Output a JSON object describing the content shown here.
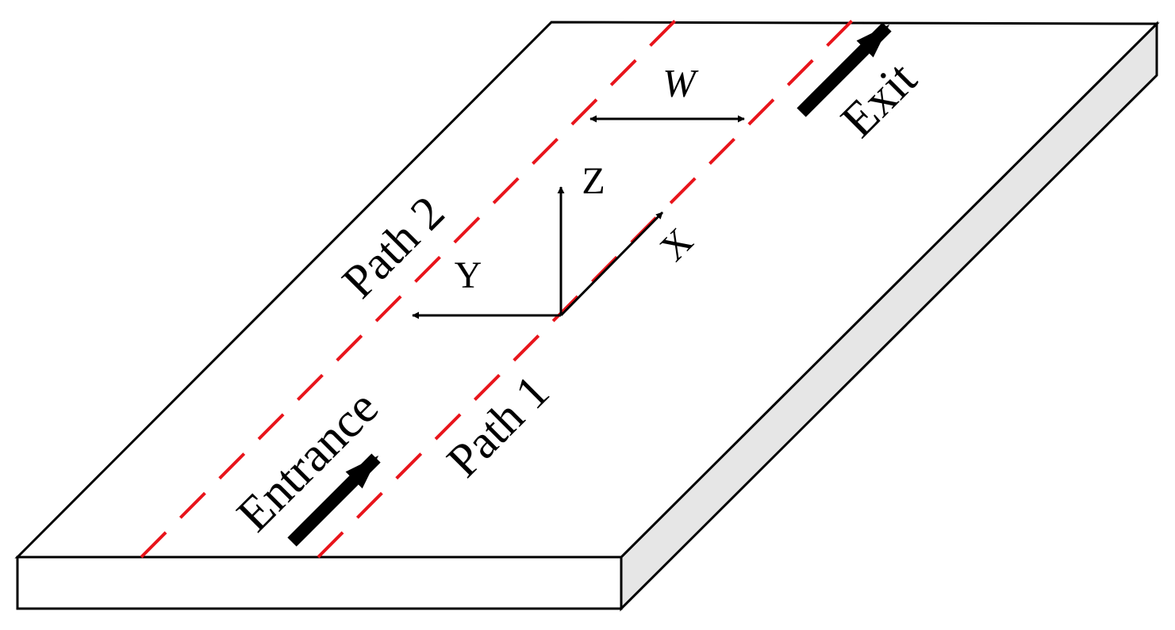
{
  "labels": {
    "path_1": "Path 1",
    "path_2": "Path 2",
    "entrance": "Entrance",
    "exit": "Exit",
    "axis_x": "X",
    "axis_y": "Y",
    "axis_z": "Z",
    "width": "W"
  },
  "colors": {
    "outline": "#000000",
    "plate_top": "#ffffff",
    "plate_front": "#ffffff",
    "plate_side": "#e6e6e6",
    "path_line": "#e8141b",
    "arrow": "#000000"
  }
}
